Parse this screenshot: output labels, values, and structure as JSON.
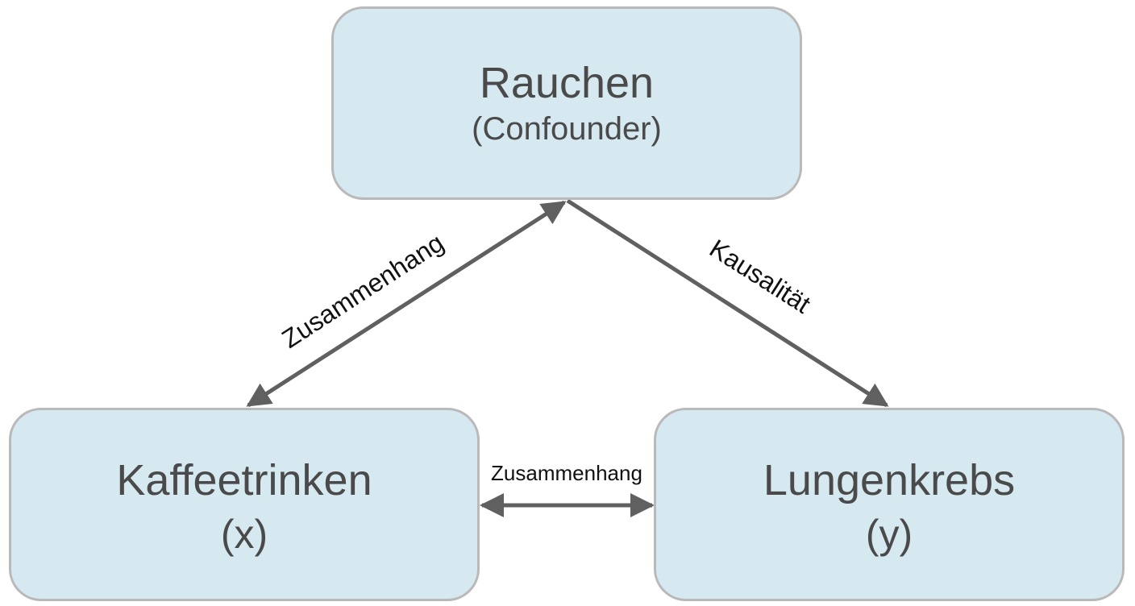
{
  "nodes": {
    "confounder": {
      "title": "Rauchen",
      "subtitle": "(Confounder)"
    },
    "x": {
      "title": "Kaffeetrinken",
      "subtitle": "(x)"
    },
    "y": {
      "title": "Lungenkrebs",
      "subtitle": "(y)"
    }
  },
  "edges": {
    "confounder_x": {
      "label": "Zusammenhang"
    },
    "confounder_y": {
      "label": "Kausalität"
    },
    "x_y": {
      "label": "Zusammenhang"
    }
  },
  "colors": {
    "node_fill": "#d6e8f0",
    "node_border": "#b9b9b9",
    "arrow": "#606060",
    "node_text": "#4a4a4a",
    "label_text": "#111111"
  }
}
